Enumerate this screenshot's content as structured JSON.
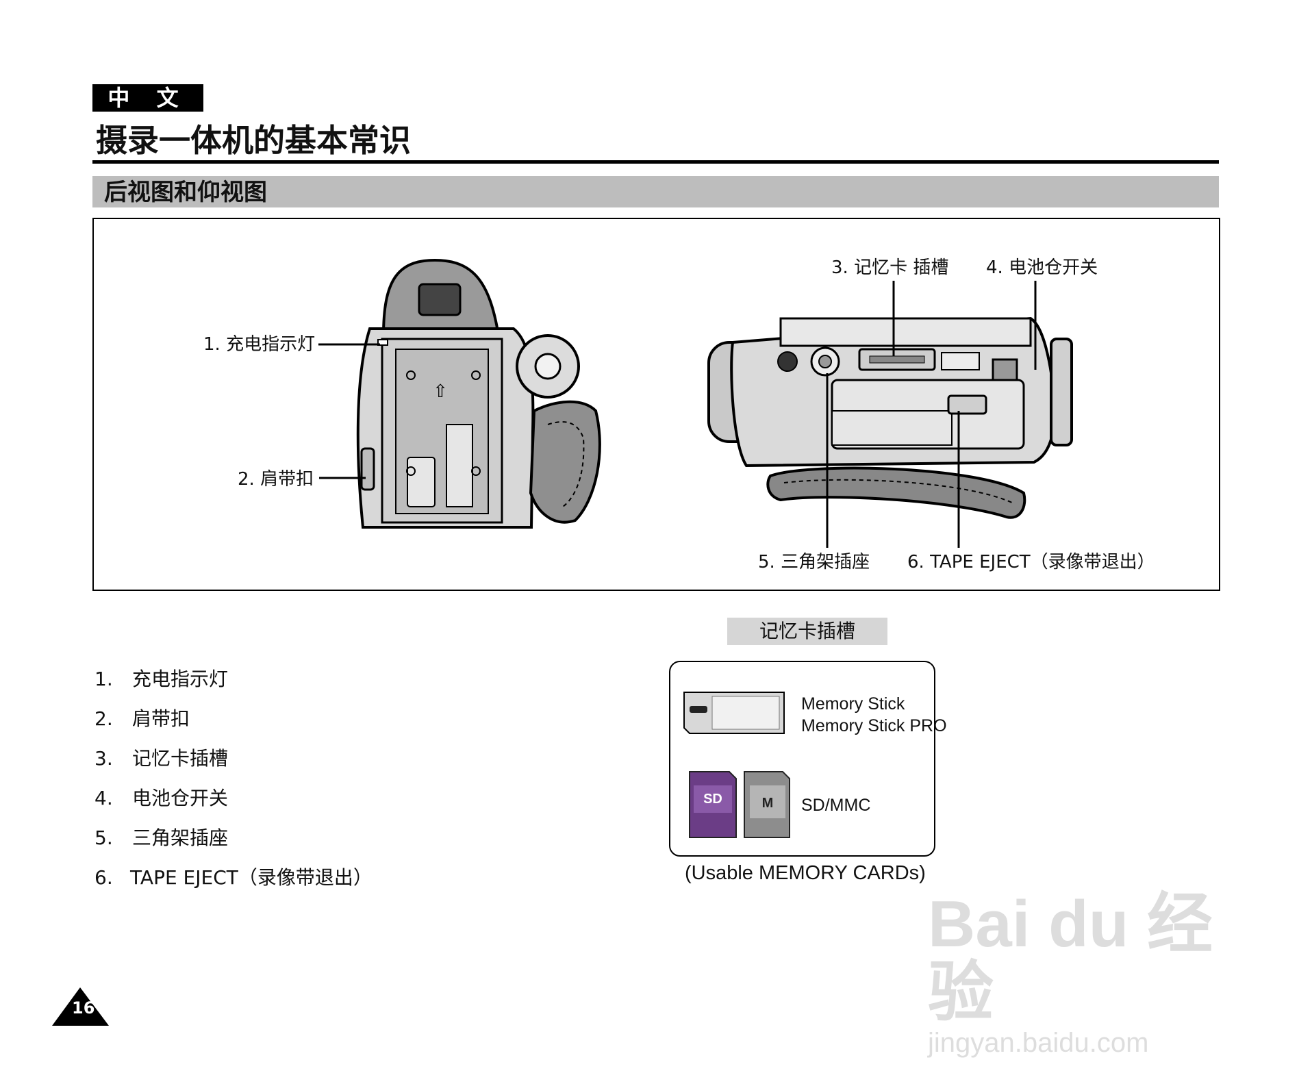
{
  "header": {
    "language_tag": "中 文",
    "title": "摄录一体机的基本常识",
    "section_title": "后视图和仰视图"
  },
  "figure": {
    "callouts": [
      "1. 充电指示灯",
      "2. 肩带扣",
      "3. 记忆卡 插槽",
      "4. 电池仓开关",
      "5. 三角架插座",
      "6. TAPE EJECT（录像带退出）"
    ]
  },
  "parts_list": [
    {
      "num": "1.",
      "text": "充电指示灯"
    },
    {
      "num": "2.",
      "text": "肩带扣"
    },
    {
      "num": "3.",
      "text": "记忆卡插槽"
    },
    {
      "num": "4.",
      "text": "电池仓开关"
    },
    {
      "num": "5.",
      "text": "三角架插座"
    },
    {
      "num": "6.",
      "text": "TAPE EJECT（录像带退出）"
    }
  ],
  "memory_cards": {
    "header": "记忆卡插槽",
    "memory_stick_line1": "Memory Stick",
    "memory_stick_line2": "Memory Stick PRO",
    "sd_label": "SD/MMC",
    "caption": "(Usable MEMORY CARDs)"
  },
  "page_number": "16",
  "watermark": {
    "line1": "Bai du 经验",
    "line2": "jingyan.baidu.com"
  }
}
